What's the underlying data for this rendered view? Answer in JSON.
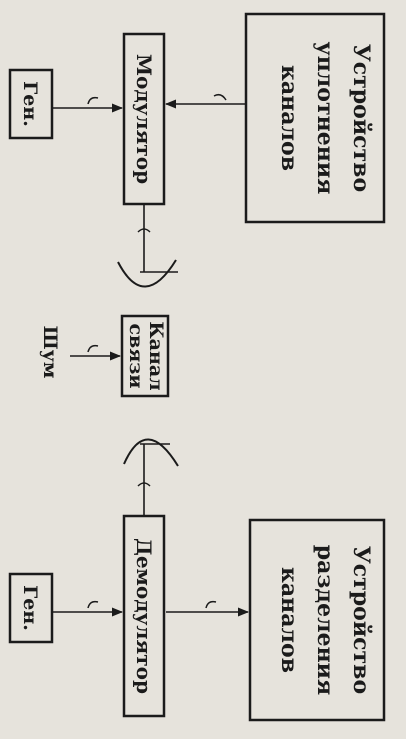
{
  "blocks": {
    "multiplexer": [
      "Устройство",
      "уплотнения",
      "каналов"
    ],
    "modulator": "Модулятор",
    "generator_top": "Ген.",
    "channel": [
      "Канал",
      "связи"
    ],
    "noise": "Шум",
    "demodulator": "Демодулятор",
    "generator_bottom": "Ген.",
    "demultiplexer": [
      "Устройство",
      "разделения",
      "каналов"
    ]
  }
}
